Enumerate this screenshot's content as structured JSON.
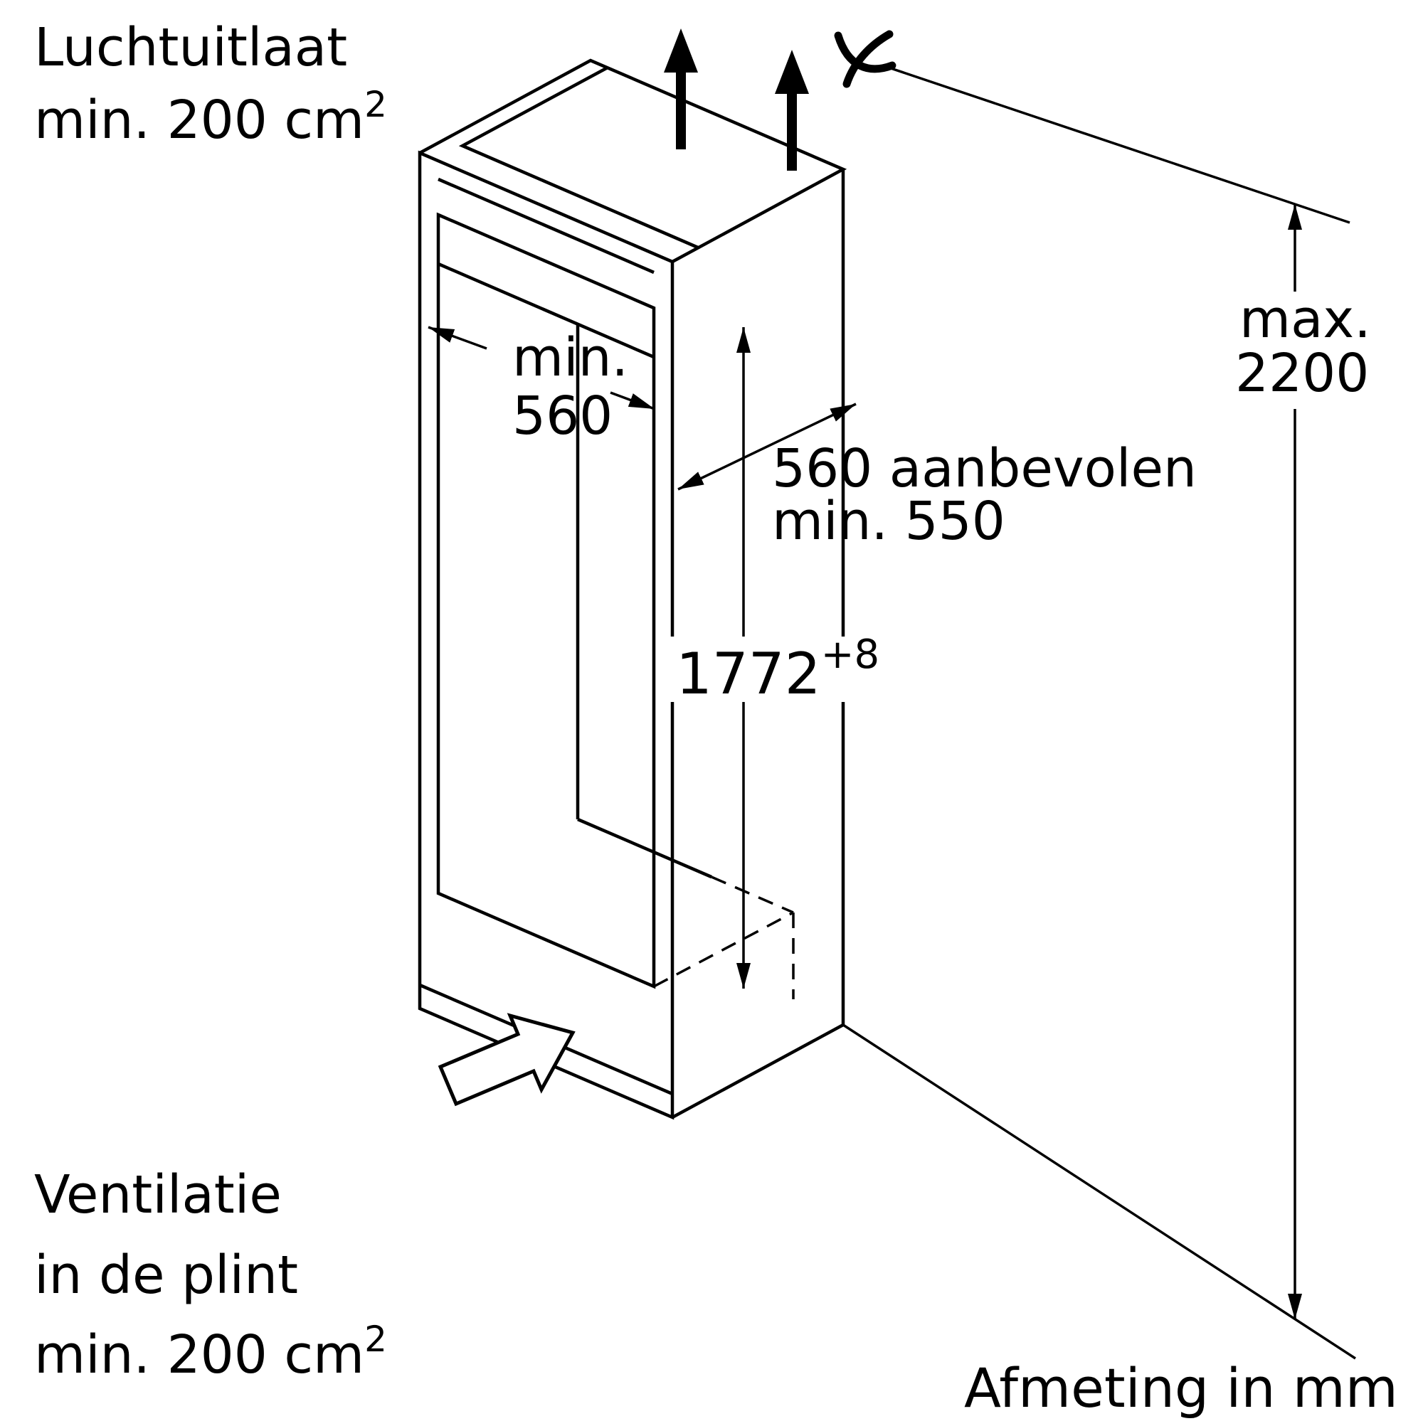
{
  "diagram": {
    "air_outlet": {
      "line1": "Luchtuitlaat",
      "line2": "min. 200 cm",
      "sup": "2"
    },
    "niche_width": {
      "line1": "min.",
      "line2": "560"
    },
    "niche_depth": {
      "line1": "560 aanbevolen",
      "line2": "min. 550"
    },
    "niche_height": {
      "value": "1772",
      "tolerance": "+8"
    },
    "max_height": {
      "line1": "max.",
      "line2": "2200"
    },
    "plinth_vent": {
      "line1": "Ventilatie",
      "line2": "in de plint",
      "line3": "min. 200 cm",
      "sup": "2"
    },
    "units_note": "Afmeting in mm",
    "colors": {
      "line": "#000000",
      "background": "#ffffff"
    }
  }
}
